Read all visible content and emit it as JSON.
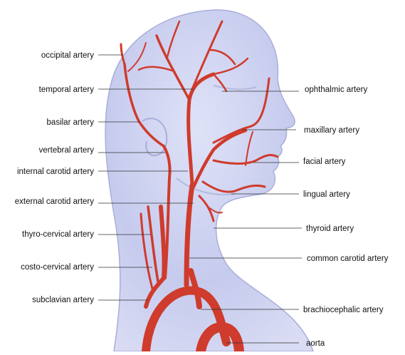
{
  "labels_left": [
    "occipital artery",
    "temporal artery",
    "basilar artery",
    "vertebral artery",
    "internal carotid artery",
    "external carotid artery",
    "thyro-cervical artery",
    "costo-cervical artery",
    "subclavian artery"
  ],
  "labels_right": [
    "ophthalmic artery",
    "maxillary artery",
    "facial artery",
    "lingual artery",
    "thyroid artery",
    "common carotid artery",
    "brachiocephalic artery",
    "aorta"
  ],
  "colors": {
    "head_fill": "#c9cff0",
    "head_outline": "#a9aed8",
    "artery": "#cf3b2c",
    "artery_dark": "#9e2418",
    "leader_line": "#333333"
  }
}
